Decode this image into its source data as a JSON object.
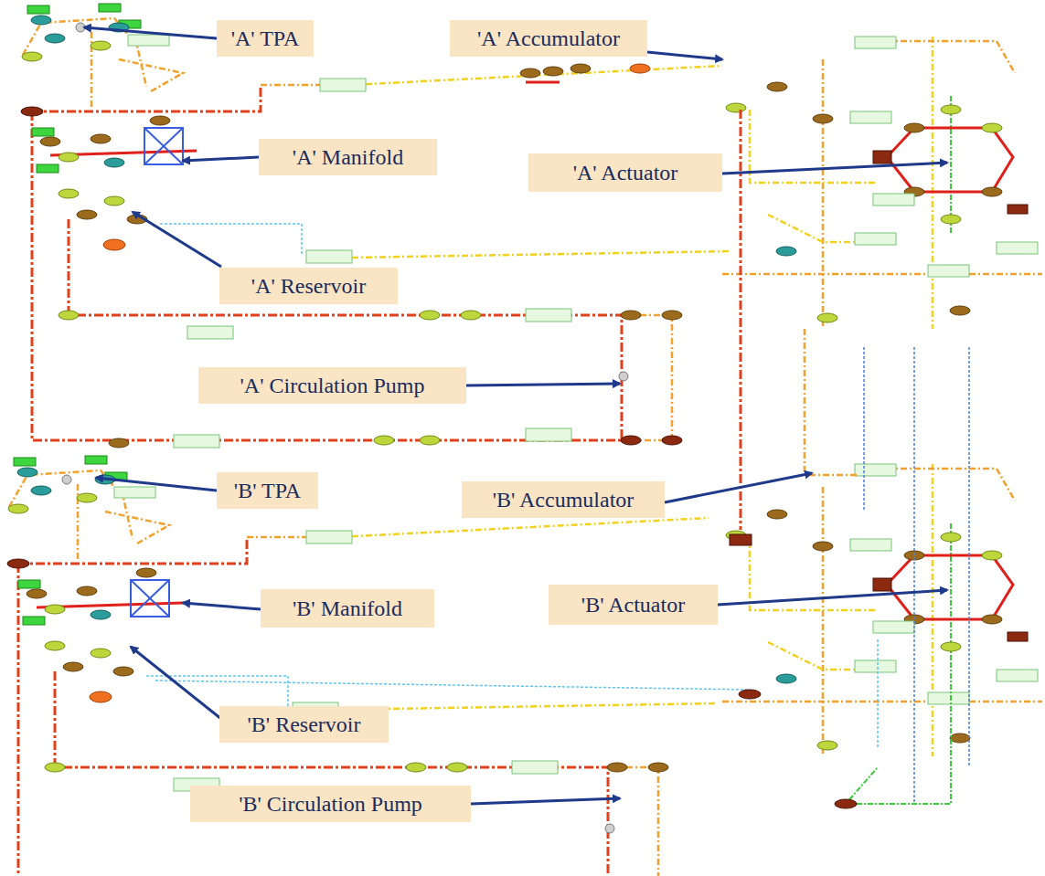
{
  "diagram": {
    "nodes": [
      {
        "text": [
          "'A' TPA"
        ]
      },
      {
        "text": [
          "'A' Accumulator"
        ]
      },
      {
        "text": [
          "'A' Manifold"
        ]
      },
      {
        "text": [
          "'A' Actuator"
        ]
      },
      {
        "text": [
          "'A' Reservoir"
        ]
      },
      {
        "text": [
          "'A' Circulation Pump"
        ]
      },
      {
        "text": [
          "'B' TPA"
        ]
      },
      {
        "text": [
          "'B' Accumulator"
        ]
      },
      {
        "text": [
          "'B' Manifold"
        ]
      },
      {
        "text": [
          "'B' Actuator"
        ]
      },
      {
        "text": [
          "'B' Reservoir"
        ]
      },
      {
        "text": [
          "'B' Circulation Pump"
        ]
      }
    ]
  }
}
